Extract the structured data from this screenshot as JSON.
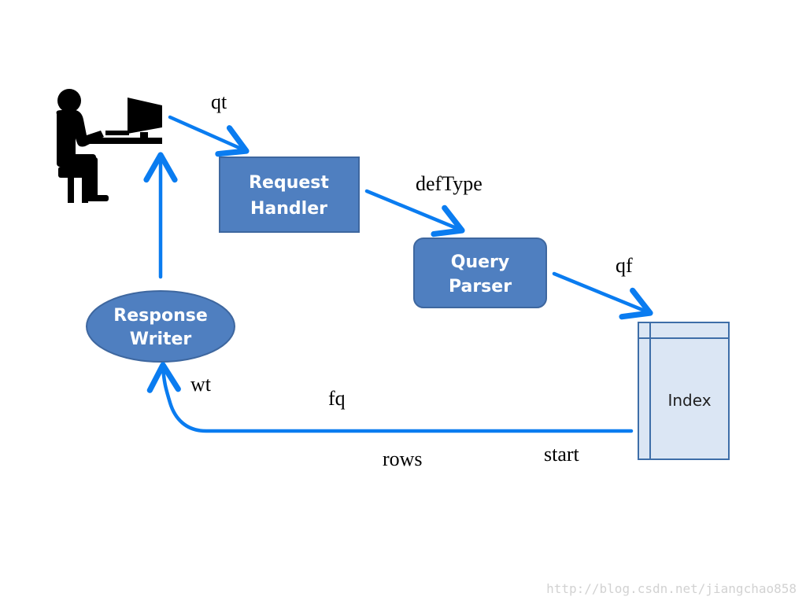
{
  "colors": {
    "arrow": "#0a7cf0",
    "box_fill": "#4f7fc0",
    "box_stroke": "#3e679f",
    "index_fill": "#dbe6f4",
    "index_stroke": "#3e6ea8",
    "person": "#000000"
  },
  "nodes": {
    "user": {
      "icon": "user-at-computer-icon"
    },
    "request_handler": {
      "line1": "Request",
      "line2": "Handler"
    },
    "query_parser": {
      "line1": "Query",
      "line2": "Parser"
    },
    "index": {
      "label": "Index"
    },
    "response_writer": {
      "line1": "Response",
      "line2": "Writer"
    }
  },
  "params": {
    "qt": "qt",
    "deftype": "defType",
    "qf": "qf",
    "fq": "fq",
    "start": "start",
    "rows": "rows",
    "wt": "wt"
  },
  "watermark": "http://blog.csdn.net/jiangchao858"
}
